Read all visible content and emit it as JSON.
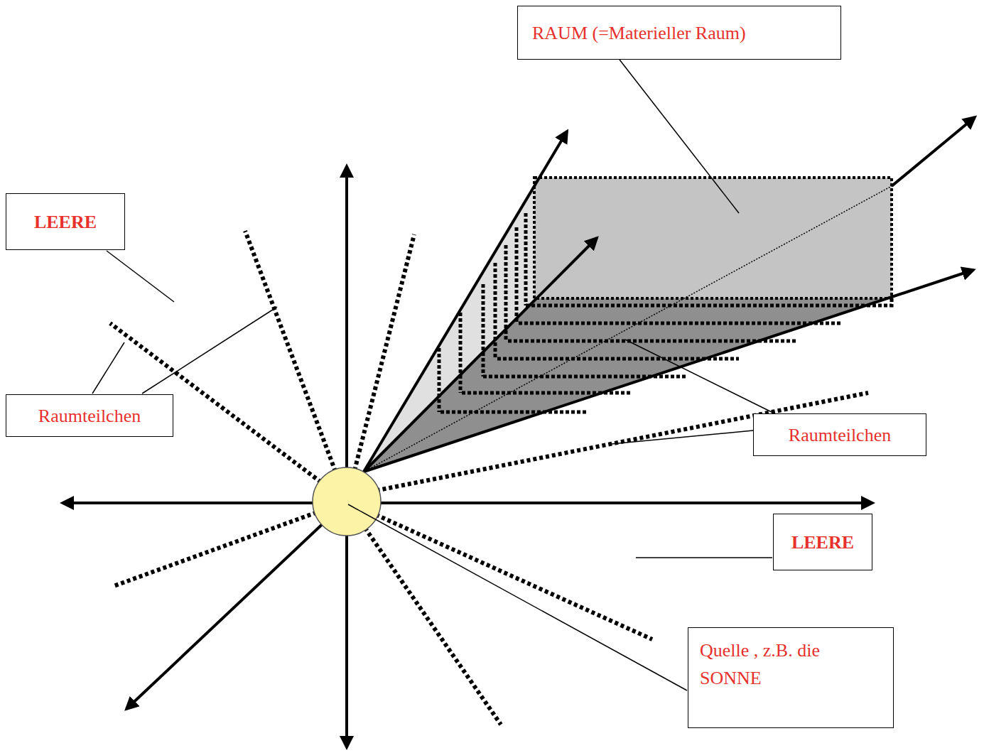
{
  "diagram": {
    "nodes": [
      {
        "text": [
          "RAUM (=Materieller Raum)"
        ]
      },
      {
        "text": [
          "LEERE"
        ]
      },
      {
        "text": [
          "Raumteilchen"
        ]
      },
      {
        "text": [
          "Raumteilchen"
        ]
      },
      {
        "text": [
          "LEERE"
        ]
      },
      {
        "text": [
          "Quelle , z.B. die SONNE"
        ]
      }
    ]
  }
}
